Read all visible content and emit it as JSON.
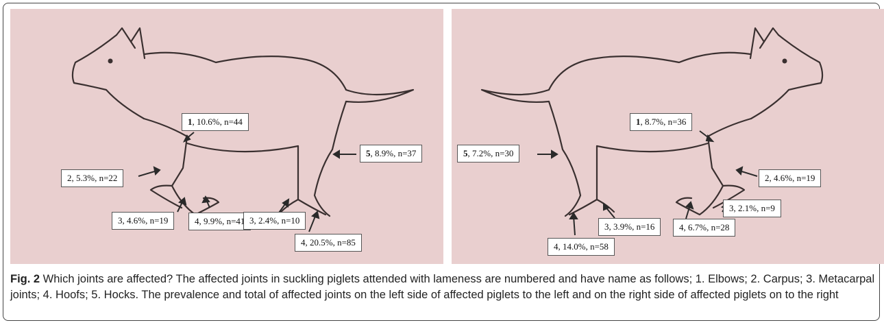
{
  "panels": {
    "left": {
      "labels": {
        "l1": {
          "num": "1",
          "text": ", 10.6%, n=44"
        },
        "l5": {
          "num": "5",
          "text": ", 8.9%, n=37"
        },
        "l2": {
          "num": "2",
          "text": ", 5.3%, n=22"
        },
        "l3a": {
          "num": "3",
          "text": ", 4.6%, n=19"
        },
        "l4a": {
          "num": "4",
          "text": ", 9.9%, n=41"
        },
        "l3b": {
          "num": "3",
          "text": ", 2.4%, n=10"
        },
        "l4b": {
          "num": "4",
          "text": ", 20.5%, n=85"
        }
      }
    },
    "right": {
      "labels": {
        "r1": {
          "num": "1",
          "text": ", 8.7%, n=36"
        },
        "r5": {
          "num": "5",
          "text": ", 7.2%, n=30"
        },
        "r2": {
          "num": "2",
          "text": ", 4.6%, n=19"
        },
        "r3a": {
          "num": "3",
          "text": ", 3.9%, n=16"
        },
        "r4a": {
          "num": "4",
          "text": ", 14.0%, n=58"
        },
        "r3b": {
          "num": "3",
          "text": ", 2.1%, n=9"
        },
        "r4b": {
          "num": "4",
          "text": ", 6.7%, n=28"
        }
      }
    }
  },
  "caption": {
    "fig": "Fig. 2",
    "text": " Which joints are affected? The affected joints in suckling piglets attended with lameness are numbered and have name as follows; 1. Elbows; 2. Carpus; 3. Metacarpal joints; 4. Hoofs; 5. Hocks. The prevalence and total of affected joints on the left side of affected piglets to the left and on the right side of affected piglets on to the right"
  },
  "colors": {
    "panel_bg": "#e9cfcf",
    "outline": "#3a3030"
  }
}
